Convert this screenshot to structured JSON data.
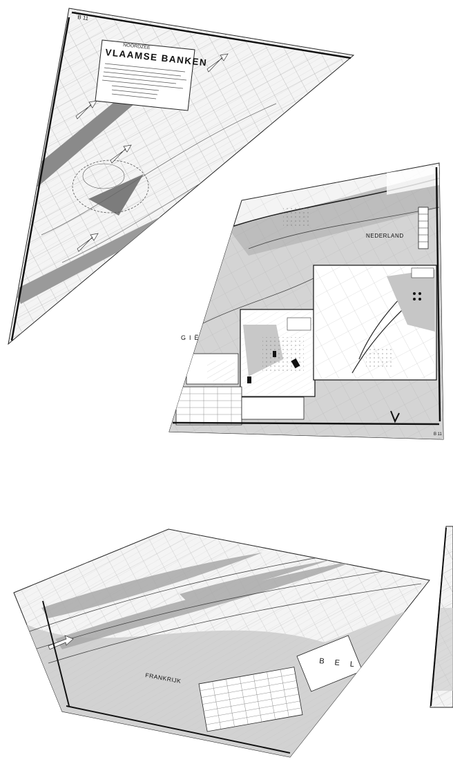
{
  "fragments": {
    "top_left": {
      "sheet_number": "B 11",
      "sea_label": "NOORDZEE",
      "title": "VLAAMSE BANKEN"
    },
    "middle_right": {
      "country_label": "NEDERLAND",
      "partial_country_label": "GIË",
      "sheet_number": "B 11"
    },
    "bottom_left": {
      "country_label": "FRANKRIJK",
      "partial_country_label": "B E L"
    }
  },
  "colors": {
    "background": "#ffffff",
    "paper": "#f3f3f3",
    "land": "#cfcfcf",
    "bank_dark": "#8a8a8a",
    "ink": "#1a1a1a"
  }
}
